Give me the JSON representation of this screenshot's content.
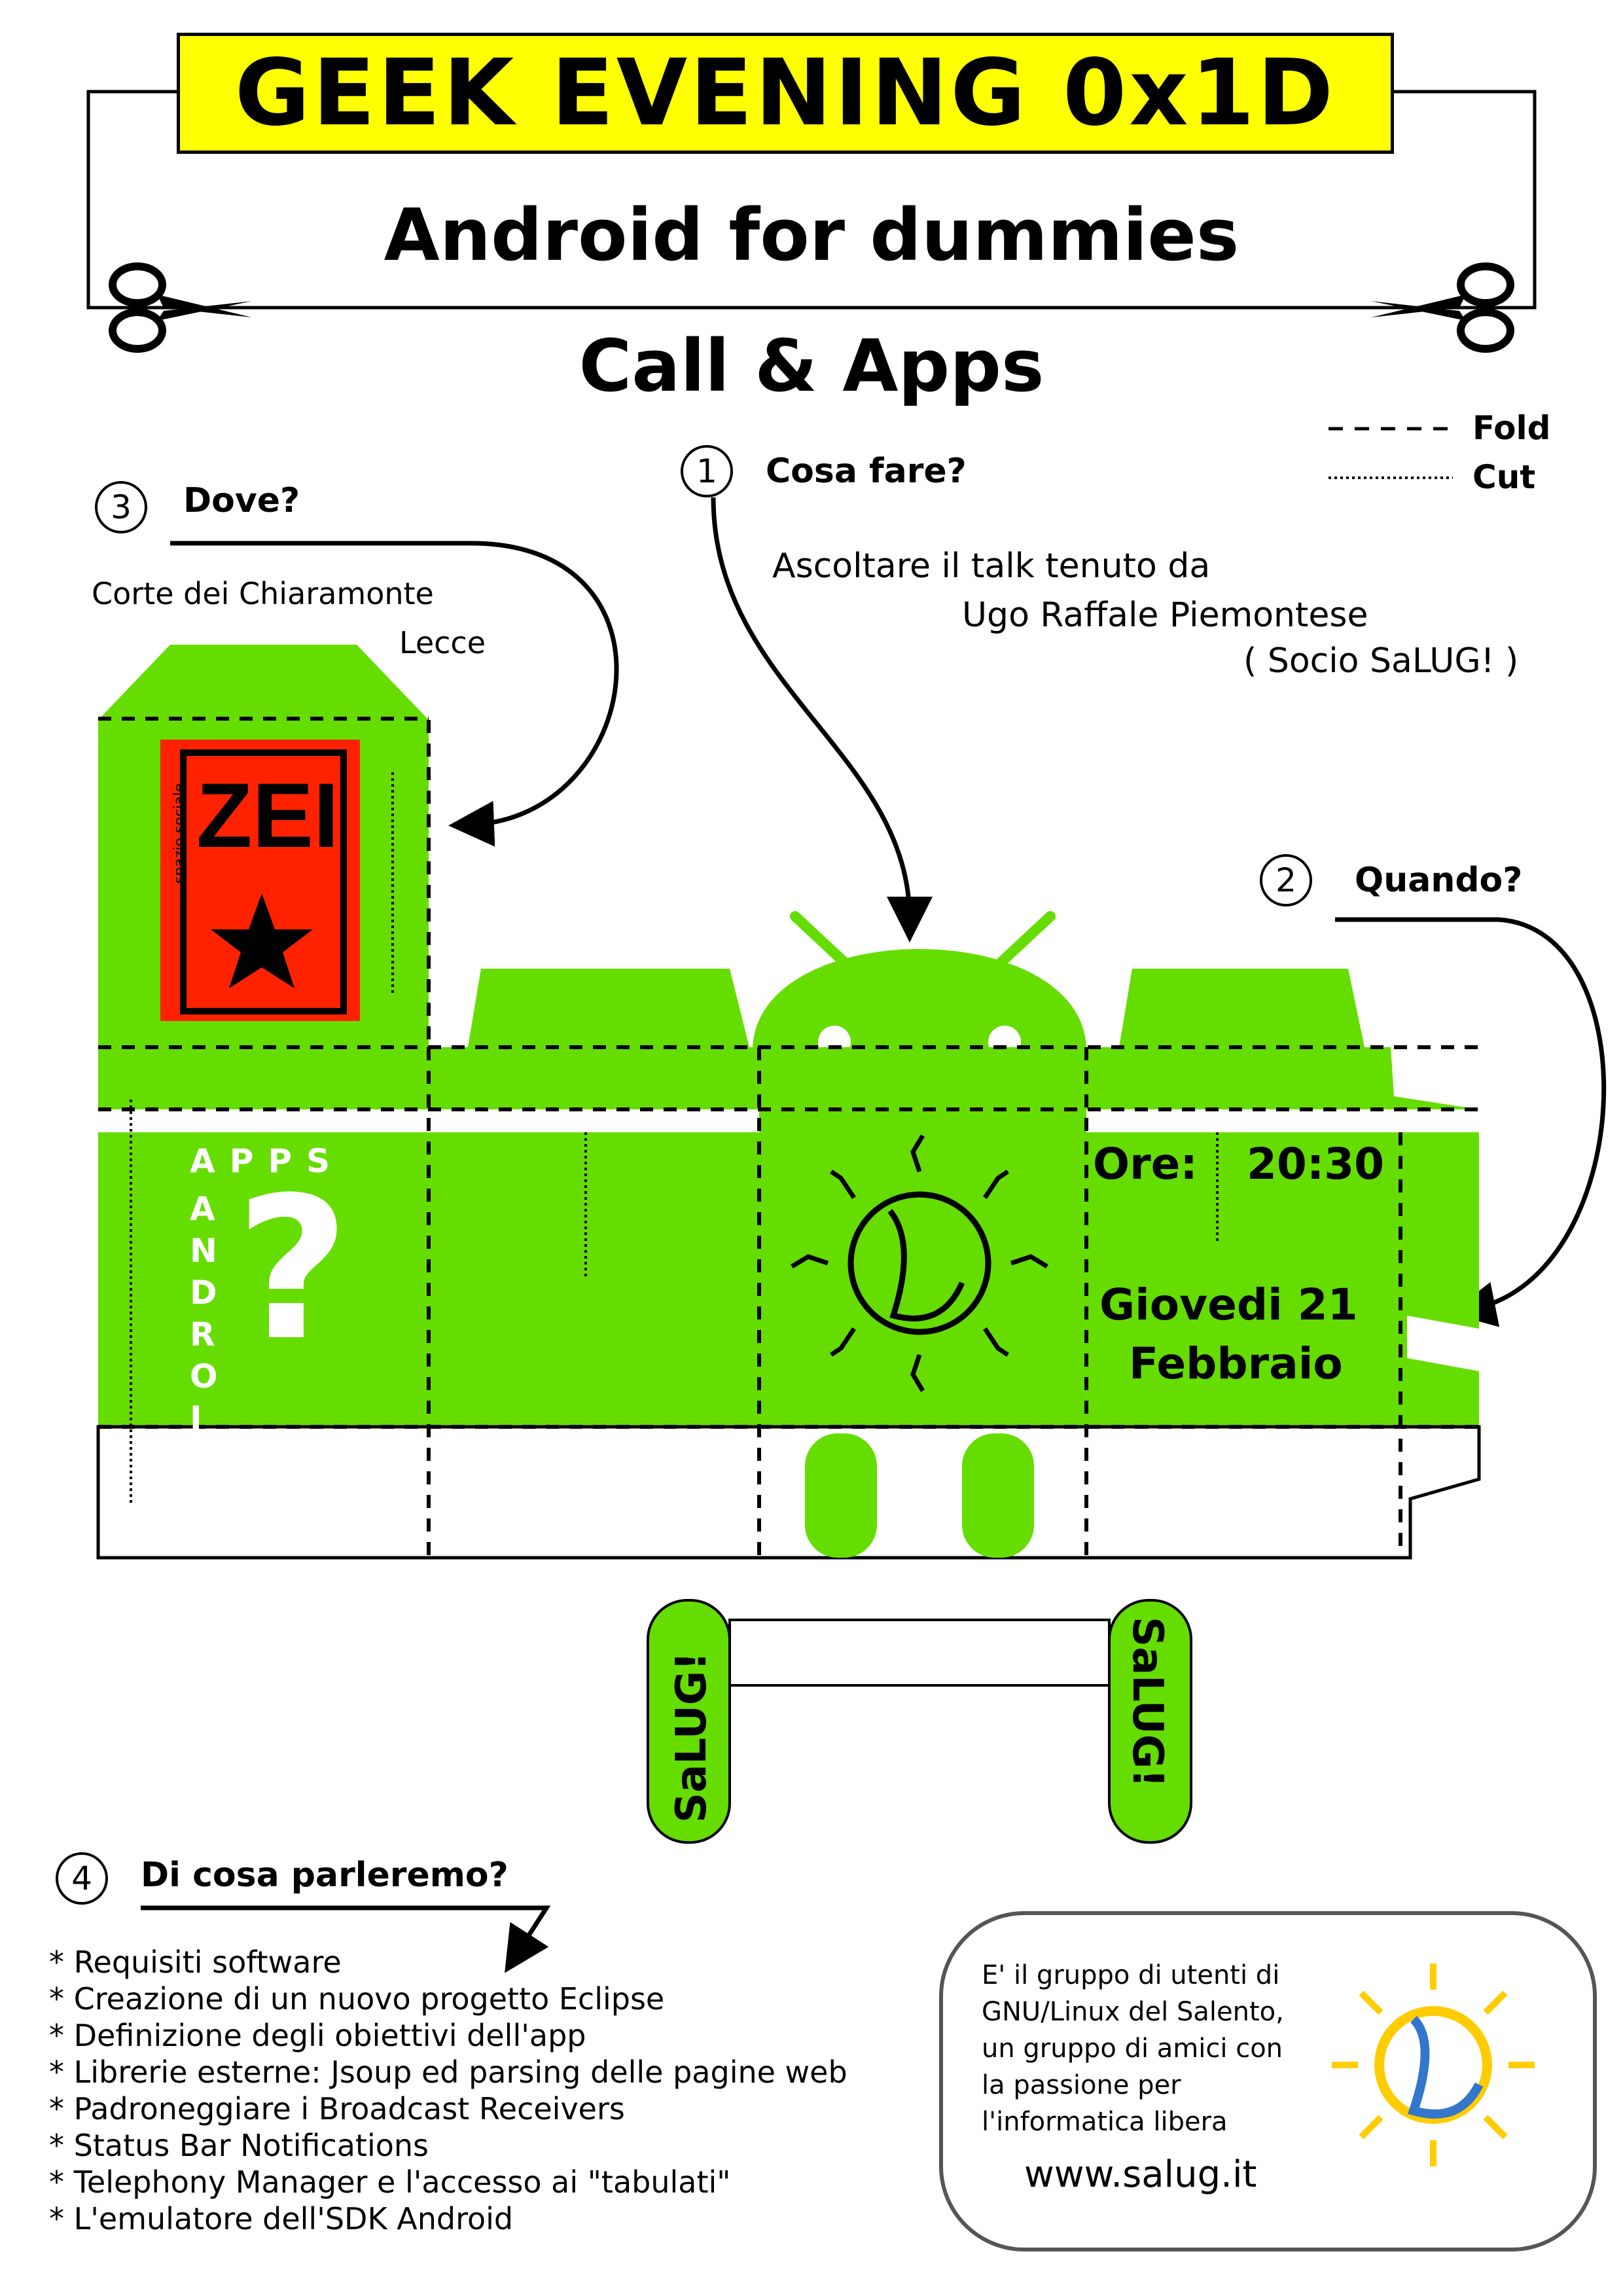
{
  "header": {
    "title": "GEEK EVENING 0x1D",
    "subtitle": "Android for dummies",
    "subtitle2": "Call & Apps"
  },
  "legend": {
    "fold": "Fold",
    "cut": "Cut"
  },
  "sections": {
    "what": {
      "number": "1",
      "heading": "Cosa fare?",
      "line1": "Ascoltare il talk tenuto da",
      "line2": "Ugo Raffale Piemontese",
      "line3": "( Socio SaLUG! )"
    },
    "when": {
      "number": "2",
      "heading": "Quando?"
    },
    "where": {
      "number": "3",
      "heading": "Dove?",
      "line1": "Corte dei Chiaramonte",
      "line2": "Lecce"
    },
    "topics": {
      "number": "4",
      "heading": "Di cosa parleremo?",
      "items": [
        "* Requisiti software",
        "* Creazione di un nuovo progetto Eclipse",
        "* Definizione degli obiettivi dell'app",
        "* Librerie esterne: Jsoup ed parsing delle pagine web",
        "* Padroneggiare i Broadcast Receivers",
        "* Status Bar Notifications",
        "* Telephony Manager e l'accesso ai \"tabulati\"",
        "* L'emulatore dell'SDK Android"
      ]
    }
  },
  "papercraft": {
    "zei_logo": "ZEI",
    "zei_vertical": "spazio sociale",
    "apps_label": "APPS",
    "android_label": "ANDROID",
    "question": "?",
    "time_label": "Ore:",
    "time_value": "20:30",
    "date_line1": "Giovedi 21",
    "date_line2": "Febbraio",
    "stand_label_left": "SaLUG!",
    "stand_label_right": "SaLUG!"
  },
  "info_box": {
    "line1": "E' il gruppo di utenti di",
    "line2": "GNU/Linux del Salento,",
    "line3": "un gruppo di amici con",
    "line4": "la passione per",
    "line5": "l'informatica libera",
    "url": "www.salug.it"
  },
  "colors": {
    "title_bg": "#ffff00",
    "android_green": "#66dd00",
    "zei_red": "#ff2200"
  }
}
